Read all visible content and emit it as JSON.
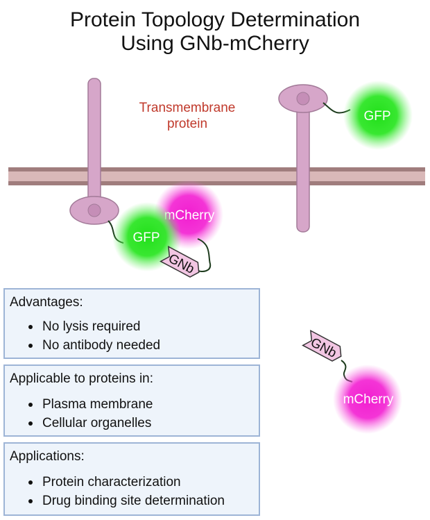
{
  "title_line1": "Protein Topology Determination",
  "title_line2": "Using GNb-mCherry",
  "diagram": {
    "transmembrane_label_line1": "Transmembrane",
    "transmembrane_label_line2": "protein",
    "gfp_label": "GFP",
    "mcherry_label": "mCherry",
    "gnb_label": "GNb",
    "colors": {
      "membrane": "#b08a8a",
      "protein": "#d6a6c9",
      "gfp": "#22e01a",
      "mcherry": "#f21ed0",
      "label_red": "#c0392b"
    }
  },
  "panels": {
    "advantages": {
      "heading": "Advantages:",
      "items": [
        "No lysis required",
        "No antibody needed"
      ]
    },
    "applicable": {
      "heading": "Applicable to proteins in:",
      "items": [
        "Plasma membrane",
        "Cellular organelles"
      ]
    },
    "applications": {
      "heading": "Applications:",
      "items": [
        "Protein characterization",
        "Drug binding site determination"
      ]
    }
  }
}
